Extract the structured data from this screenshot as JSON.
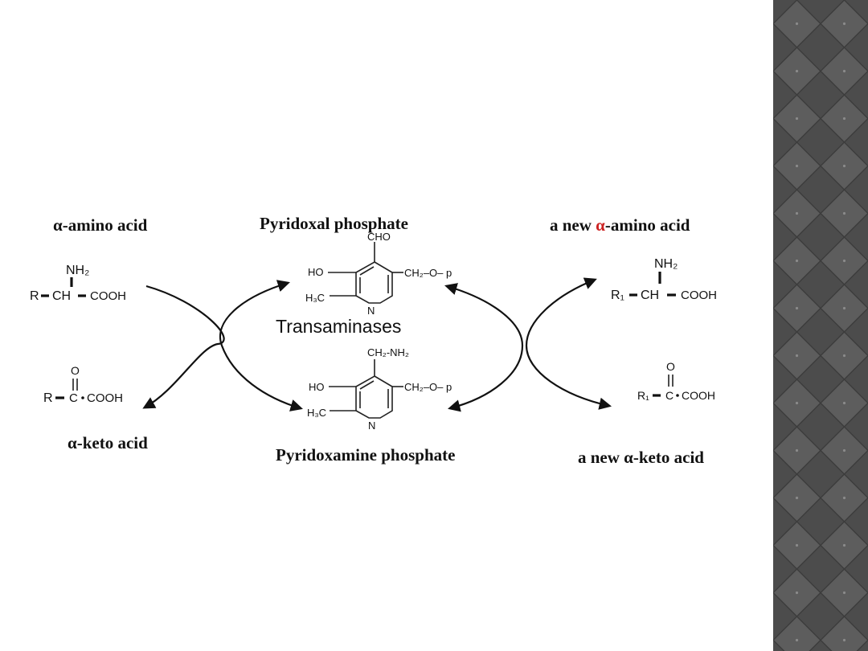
{
  "diagram": {
    "labels": {
      "alpha_amino_acid": "α-amino acid",
      "alpha_keto_acid": "α-keto acid",
      "pyridoxal_phosphate": "Pyridoxal phosphate",
      "pyridoxamine_phosphate": "Pyridoxamine phosphate",
      "new_amino_prefix": "a new ",
      "new_amino_alpha": "α",
      "new_amino_suffix": "-amino acid",
      "new_keto_acid": "a new α-keto acid",
      "enzyme": "Transaminases"
    },
    "amino_acid": {
      "nh2": "NH₂",
      "r": "R",
      "ch": "CH",
      "cooh": "COOH"
    },
    "keto_acid": {
      "o": "O",
      "r": "R",
      "c": "C",
      "cooh": "COOH"
    },
    "new_amino_acid": {
      "nh2": "NH₂",
      "r1": "R₁",
      "ch": "CH",
      "cooh": "COOH"
    },
    "new_keto_acid": {
      "o": "O",
      "r1": "R₁",
      "c": "C",
      "cooh": "COOH"
    },
    "plp_structure": {
      "cho": "CHO",
      "ho": "HO",
      "h3c": "H₃C",
      "n": "N",
      "ch2op": "CH₂–O– p"
    },
    "pmp_structure": {
      "ch2nh2": "CH₂-NH₂",
      "ho": "HO",
      "h3c": "H₃C",
      "n": "N",
      "ch2op": "CH₂–O– p"
    },
    "colors": {
      "highlight_alpha": "#cc2222",
      "sidebar_dark": "#4a4a4a",
      "sidebar_light": "#5c5c5c",
      "sidebar_line": "#3a3a3a"
    }
  }
}
